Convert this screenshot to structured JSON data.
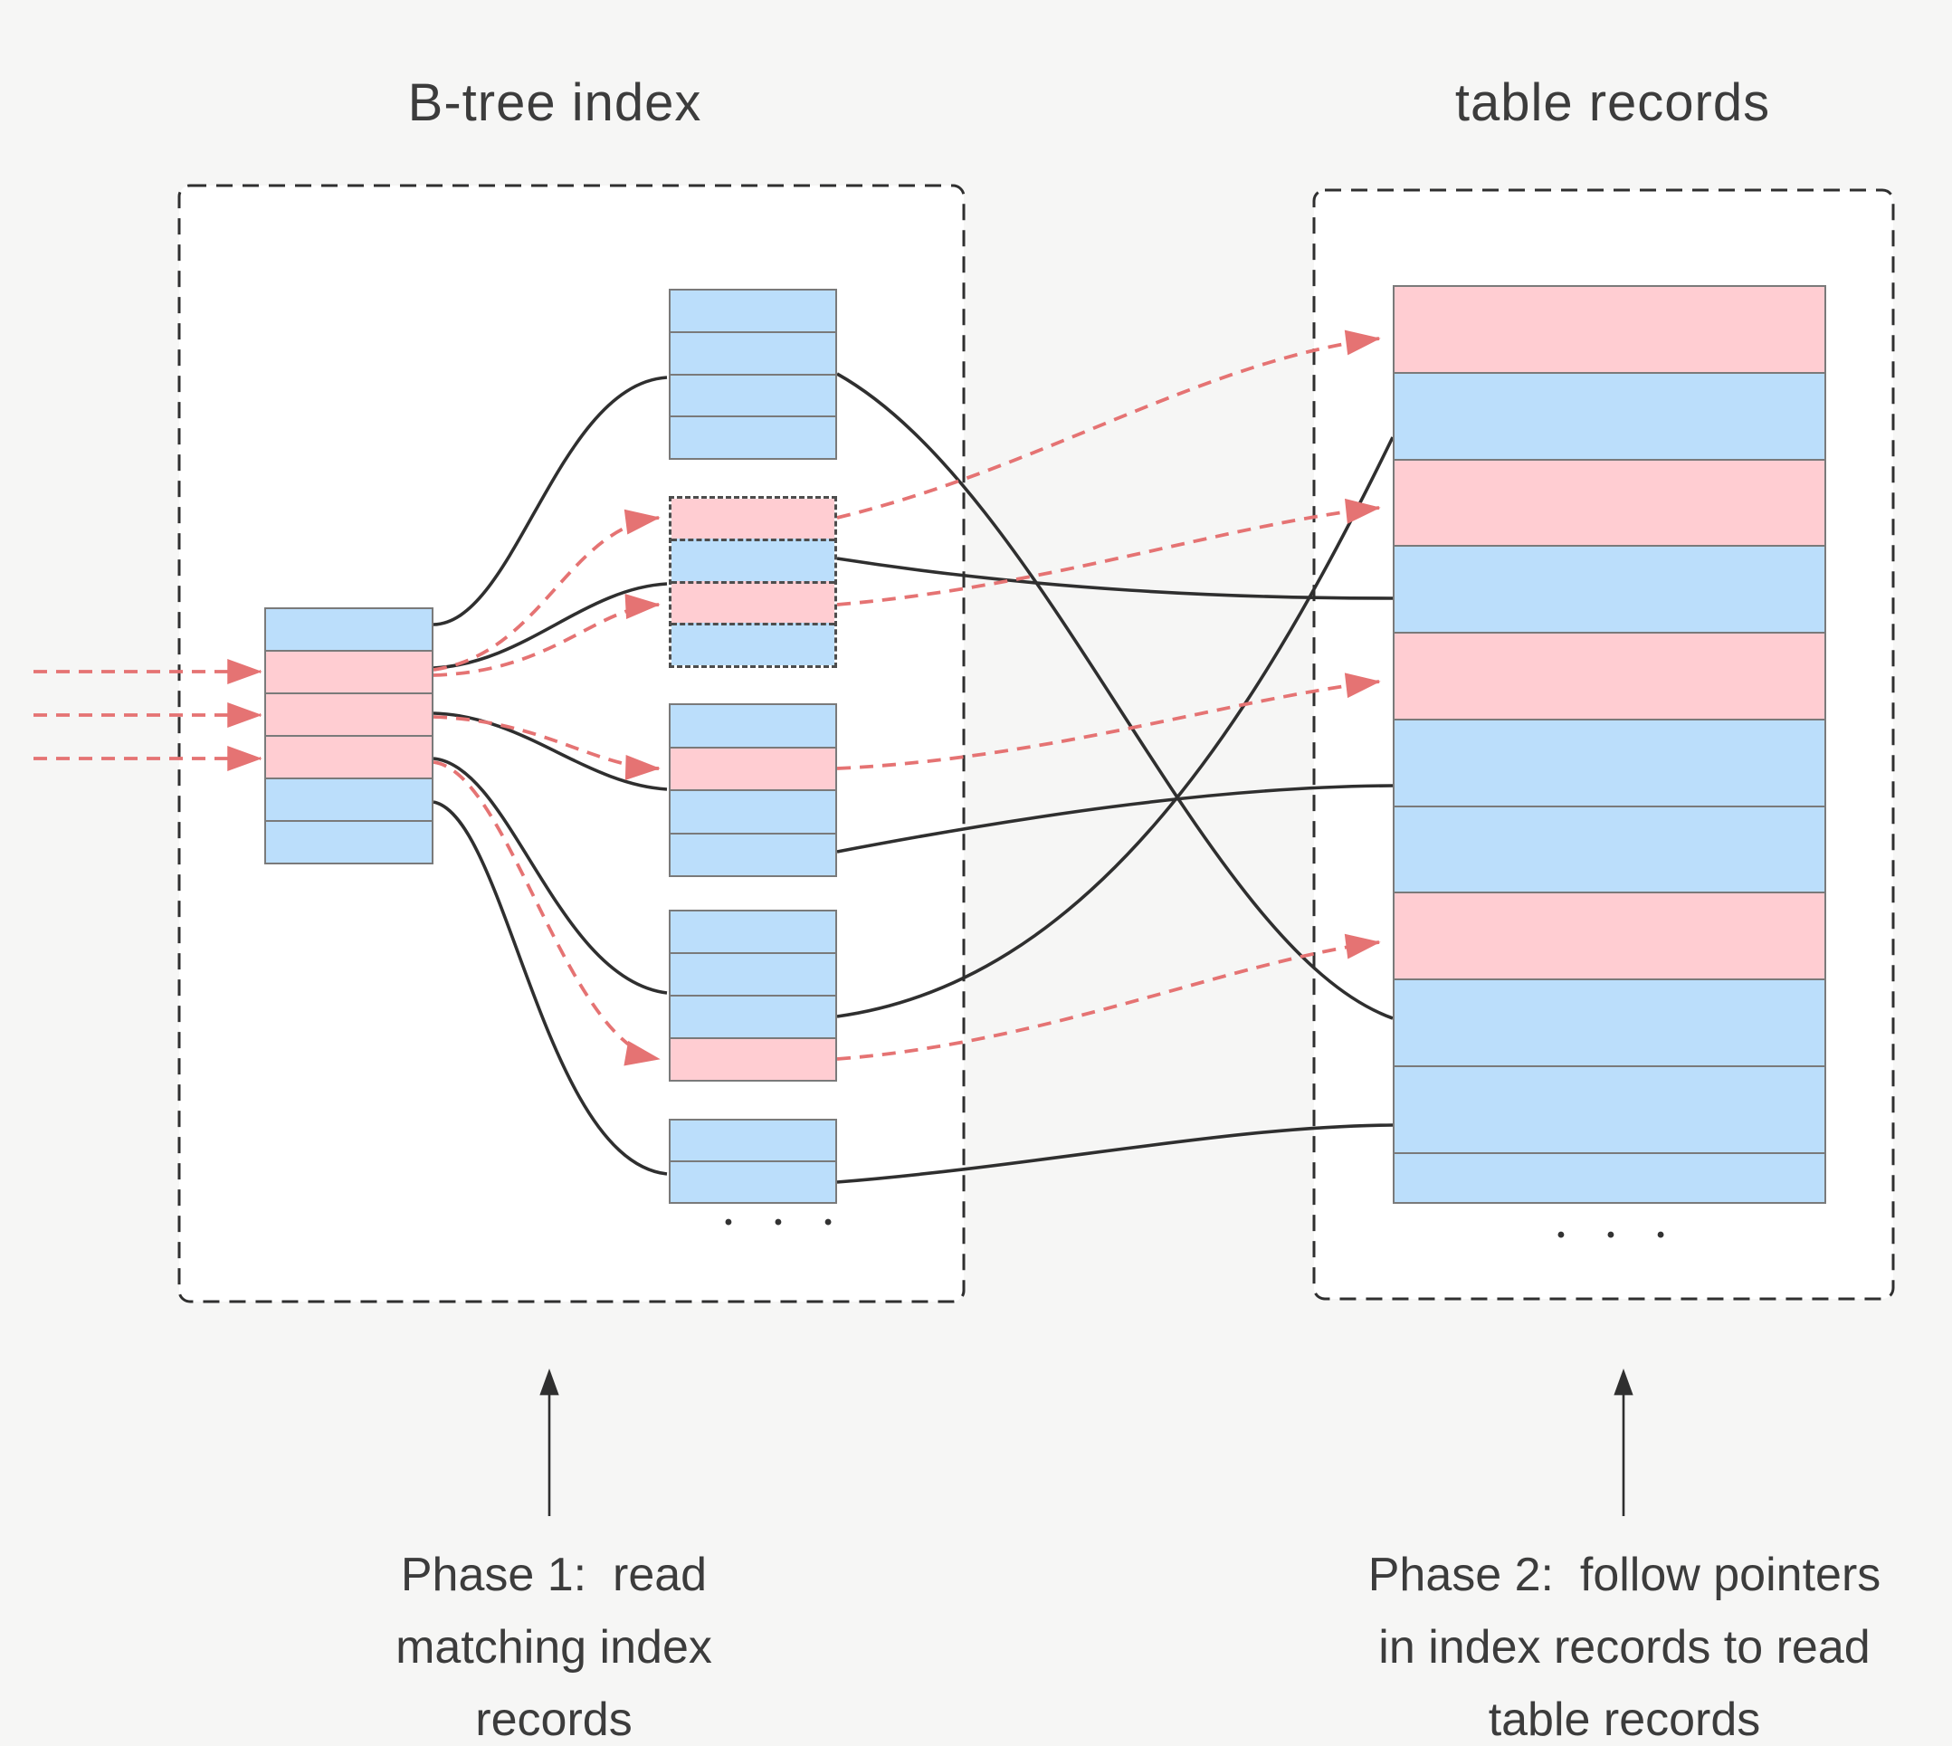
{
  "titles": {
    "left": "B-tree index",
    "right": "table records"
  },
  "captions": {
    "phase1": {
      "lines": [
        "Phase 1:  read",
        "matching index",
        "records"
      ]
    },
    "phase2": {
      "lines": [
        "Phase 2:  follow pointers",
        "in index records to read",
        "table records"
      ]
    }
  },
  "ellipsis": {
    "index": "• • •",
    "table": "• • •"
  },
  "colors": {
    "background": "#f6f6f5",
    "box_fill": "#ffffff",
    "box_border": "#2f2f2f",
    "record_pink": "#ffcdd2",
    "record_blue": "#bbdefb",
    "row_border": "#7a7a7a",
    "pointer_black": "#2f2f2f",
    "pointer_red": "#e57373",
    "text": "#3c3c3c"
  },
  "nodes": {
    "root": [
      "blue",
      "pink",
      "pink",
      "pink",
      "blue",
      "blue"
    ],
    "leaf_a": [
      "blue",
      "blue",
      "blue",
      "blue"
    ],
    "leaf_b": [
      "pink",
      "blue",
      "pink",
      "blue"
    ],
    "leaf_c": [
      "blue",
      "pink",
      "blue",
      "blue"
    ],
    "leaf_d": [
      "blue",
      "blue",
      "blue",
      "pink"
    ],
    "leaf_e": [
      "blue",
      "blue"
    ],
    "table": [
      "pink",
      "blue",
      "pink",
      "blue",
      "pink",
      "blue",
      "blue",
      "pink",
      "blue",
      "blue",
      "blue:thin"
    ]
  }
}
